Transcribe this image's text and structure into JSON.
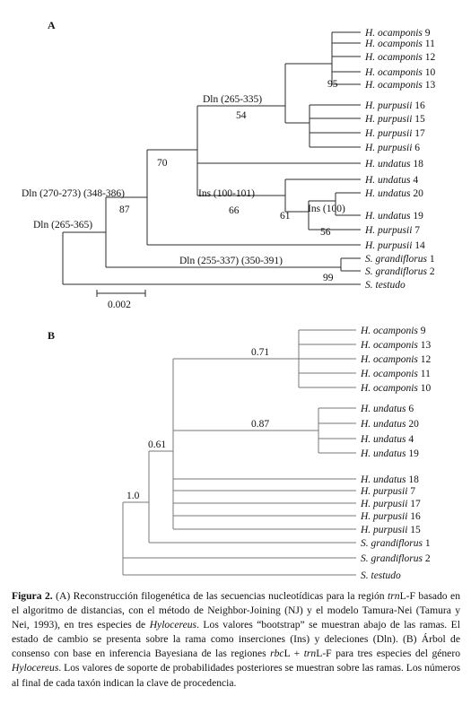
{
  "panel_a": {
    "label": "A",
    "taxa": [
      {
        "genus": "H.",
        "species": "ocamponis",
        "code": "9"
      },
      {
        "genus": "H.",
        "species": "ocamponis",
        "code": "11"
      },
      {
        "genus": "H.",
        "species": "ocamponis",
        "code": "12"
      },
      {
        "genus": "H.",
        "species": "ocamponis",
        "code": "10"
      },
      {
        "genus": "H.",
        "species": "ocamponis",
        "code": "13"
      },
      {
        "genus": "H.",
        "species": "purpusii",
        "code": "16"
      },
      {
        "genus": "H.",
        "species": "purpusii",
        "code": "15"
      },
      {
        "genus": "H.",
        "species": "purpusii",
        "code": "17"
      },
      {
        "genus": "H.",
        "species": "purpusii",
        "code": "6"
      },
      {
        "genus": "H.",
        "species": "undatus",
        "code": "18"
      },
      {
        "genus": "H.",
        "species": "undatus",
        "code": "4"
      },
      {
        "genus": "H.",
        "species": "undatus",
        "code": "20"
      },
      {
        "genus": "H.",
        "species": "undatus",
        "code": "19"
      },
      {
        "genus": "H.",
        "species": "purpusii",
        "code": "7"
      },
      {
        "genus": "H.",
        "species": "purpusii",
        "code": "14"
      },
      {
        "genus": "S.",
        "species": "grandiflorus",
        "code": "1"
      },
      {
        "genus": "S.",
        "species": "grandiflorus",
        "code": "2"
      },
      {
        "genus": "S.",
        "species": "testudo",
        "code": ""
      }
    ],
    "support": {
      "ocamponis": "95",
      "dln_265_335_clade": "54",
      "crown": "70",
      "ingroup": "87",
      "undatus_clade": "66",
      "sub_61": "61",
      "sub_56": "56",
      "grandiflorus": "99"
    },
    "events": {
      "dln_265_335": "Dln (265-335)",
      "dln_270_386": "Dln (270-273) (348-386)",
      "dln_265_365": "Dln (265-365)",
      "ins_100_101": "Ins (100-101)",
      "ins_100": "Ins (100)",
      "dln_255_391": "Dln (255-337) (350-391)"
    },
    "scale": "0.002"
  },
  "panel_b": {
    "label": "B",
    "taxa": [
      {
        "genus": "H.",
        "species": "ocamponis",
        "code": "9"
      },
      {
        "genus": "H.",
        "species": "ocamponis",
        "code": "13"
      },
      {
        "genus": "H.",
        "species": "ocamponis",
        "code": "12"
      },
      {
        "genus": "H.",
        "species": "ocamponis",
        "code": "11"
      },
      {
        "genus": "H.",
        "species": "ocamponis",
        "code": "10"
      },
      {
        "genus": "H.",
        "species": "undatus",
        "code": "6"
      },
      {
        "genus": "H.",
        "species": "undatus",
        "code": "20"
      },
      {
        "genus": "H.",
        "species": "undatus",
        "code": "4"
      },
      {
        "genus": "H.",
        "species": "undatus",
        "code": "19"
      },
      {
        "genus": "H.",
        "species": "undatus",
        "code": "18"
      },
      {
        "genus": "H.",
        "species": "purpusii",
        "code": "7"
      },
      {
        "genus": "H.",
        "species": "purpusii",
        "code": "17"
      },
      {
        "genus": "H.",
        "species": "purpusii",
        "code": "16"
      },
      {
        "genus": "H.",
        "species": "purpusii",
        "code": "15"
      },
      {
        "genus": "S.",
        "species": "grandiflorus",
        "code": "1"
      },
      {
        "genus": "S.",
        "species": "grandiflorus",
        "code": "2"
      },
      {
        "genus": "S.",
        "species": "testudo",
        "code": ""
      }
    ],
    "support": {
      "ocamponis": "0.71",
      "undatus": "0.87",
      "hylocereus": "0.61",
      "root": "1.0"
    }
  },
  "caption": {
    "label": "Figura 2.",
    "p1": " (A) Reconstrucción filogenética de las secuencias nucleotídicas para la región ",
    "trn1": "trn",
    "p2": "L-F basado en el algoritmo de distancias, con el método de Neighbor-Joining (NJ) y el modelo Tamura-Nei (Tamura y Nei, 1993), en tres especies de ",
    "genus1": "Hylocereus",
    "p3": ". Los valores “bootstrap” se muestran abajo de las ramas. El estado de cambio se presenta sobre la rama como inserciones (Ins) y deleciones (Dln). (B) Árbol de consenso con base en inferencia Bayesiana de las regiones ",
    "rbc": "rbc",
    "p4": "L + ",
    "trn2": "trn",
    "p5": "L-F para tres especies del género ",
    "genus2": "Hylocereus",
    "p6": ". Los valores de soporte de probabilidades posteriores se muestran sobre las ramas. Los números al final de cada taxón indican la clave de procedencia."
  }
}
